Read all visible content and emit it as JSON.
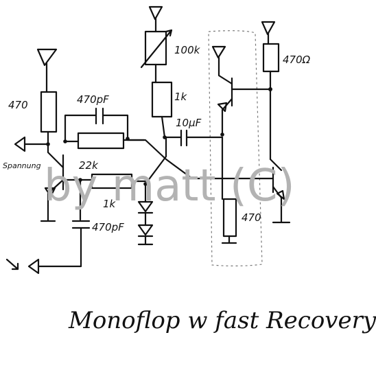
{
  "diagram": {
    "title": "Monoflop w fast Recovery",
    "watermark": "by matt (C)",
    "labels": {
      "r_470_left": "470",
      "c_470pf_top": "470pF",
      "r_22k": "22k",
      "r_1k_bottom": "1k",
      "c_470pf_bottom": "470pF",
      "r_100k": "100k",
      "r_1k_mid": "1k",
      "c_10uf": "10µF",
      "r_470_emitter": "470",
      "r_470_collector": "470Ω",
      "output_label": "Spannung"
    },
    "colors": {
      "ink": "#111111",
      "watermark": "#b3b3b3",
      "background": "#ffffff"
    }
  }
}
